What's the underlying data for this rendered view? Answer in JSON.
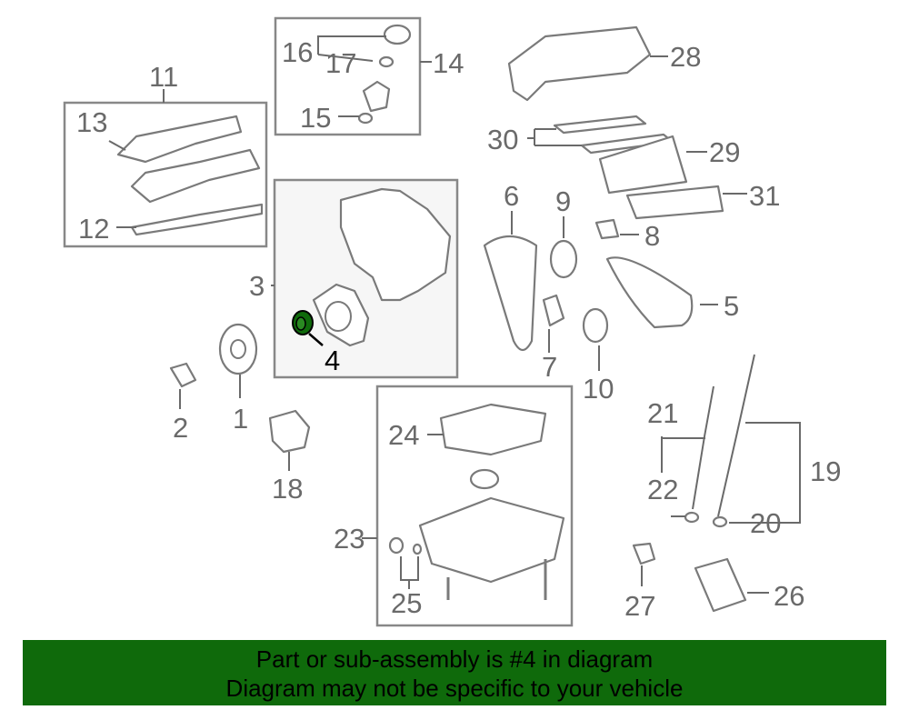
{
  "diagram": {
    "highlighted_part": "4",
    "labels": {
      "p1": "1",
      "p2": "2",
      "p3": "3",
      "p4": "4",
      "p5": "5",
      "p6": "6",
      "p7": "7",
      "p8": "8",
      "p9": "9",
      "p10": "10",
      "p11": "11",
      "p12": "12",
      "p13": "13",
      "p14": "14",
      "p15": "15",
      "p16": "16",
      "p17": "17",
      "p18": "18",
      "p19": "19",
      "p20": "20",
      "p21": "21",
      "p22": "22",
      "p23": "23",
      "p24": "24",
      "p25": "25",
      "p26": "26",
      "p27": "27",
      "p28": "28",
      "p29": "29",
      "p30": "30",
      "p31": "31"
    },
    "highlight_color": "#0f6a0b"
  },
  "banner": {
    "line1": "Part or sub-assembly is #4 in diagram",
    "line2": "Diagram may not be specific to your vehicle",
    "color": "#0f6a0b"
  }
}
